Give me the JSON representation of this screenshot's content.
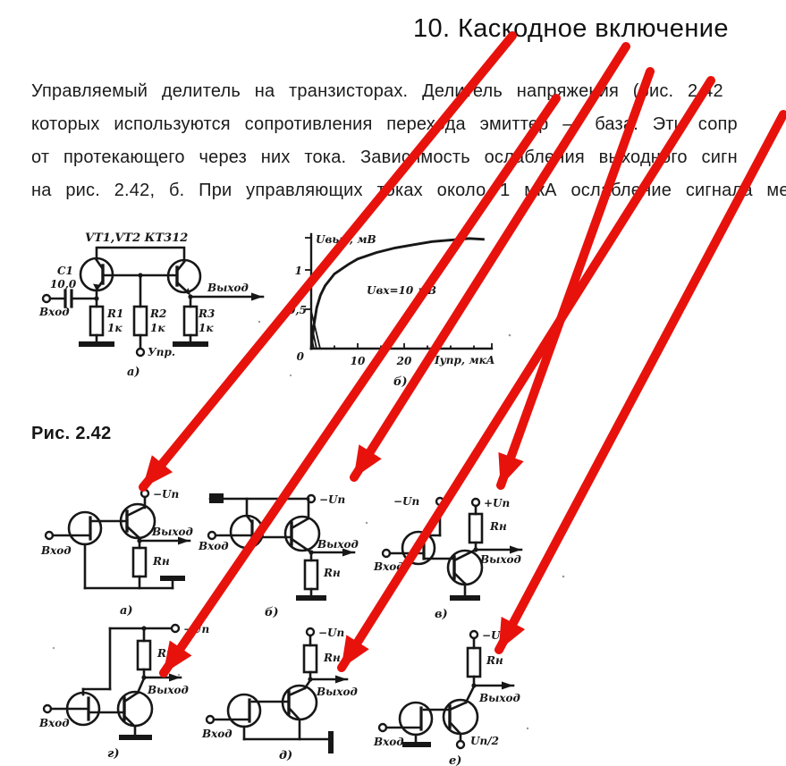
{
  "title": "10. Каскодное включение",
  "paragraph": {
    "lines": [
      "Управляемый делитель на транзисторах. Делитель напряжения (рис. 2.42",
      "которых используются сопротивления перехода эмиттер — база. Эти сопр",
      "от протекающего через них тока. Зависимость ослабления выходного сигн",
      "на рис. 2.42, б. При управляющих токах около 1 мкА ослабление сигнала ме"
    ]
  },
  "figure_caption": "Рис. 2.42",
  "fig1": {
    "transistor_label": "VT1,VT2  КТ312",
    "cap_name": "С1",
    "cap_value": "10,0",
    "input_label": "Вход",
    "output_label": "Выход",
    "r1_name": "R1",
    "r1_value": "1к",
    "r2_name": "R2",
    "r2_value": "1к",
    "r3_name": "R3",
    "r3_value": "1к",
    "control_label": "Упр.",
    "sub_label": "а)"
  },
  "chart_data": {
    "type": "line",
    "title": "",
    "ylabel": "Uвых, мВ",
    "xlabel": "Iупр, мкА",
    "sub_label": "б)",
    "annotation": "Uвх=10 мВ",
    "origin_label": "0",
    "x_tick_labels": [
      "10",
      "20"
    ],
    "x_tick_values": [
      10,
      20
    ],
    "y_tick_labels": [
      "1",
      "0,5"
    ],
    "y_tick_values": [
      1,
      0.5
    ],
    "xlim": [
      0,
      38
    ],
    "ylim": [
      0,
      1.45
    ],
    "grid": false,
    "x": [
      0,
      0.6,
      1.2,
      2,
      3,
      5,
      8,
      10,
      14,
      18,
      22,
      26,
      30,
      34,
      37
    ],
    "y": [
      0,
      0.3,
      0.52,
      0.68,
      0.8,
      0.95,
      1.07,
      1.14,
      1.22,
      1.28,
      1.32,
      1.36,
      1.38,
      1.4,
      1.39
    ]
  },
  "fig2": {
    "circuits": [
      {
        "label": "а)",
        "supply": "−Uп",
        "input": "Вход",
        "output": "Выход",
        "load": "Rн"
      },
      {
        "label": "б)",
        "supply": "−Uп",
        "input": "Вход",
        "output": "Выход",
        "load": "Rн"
      },
      {
        "label": "в)",
        "supply_neg": "−Uп",
        "supply_pos": "+Uп",
        "input": "Вход",
        "output": "Выход",
        "load": "Rн"
      },
      {
        "label": "г)",
        "supply": "−Uп",
        "input": "Вход",
        "output": "Выход",
        "load": "Rн"
      },
      {
        "label": "д)",
        "supply": "−Uп",
        "input": "Вход",
        "output": "Выход",
        "load": "Rн"
      },
      {
        "label": "е)",
        "supply": "−Uп",
        "input": "Вход",
        "output": "Выход",
        "load": "Rн",
        "bias": "Uп/2"
      }
    ]
  },
  "annotations": {
    "arrow_color": "#e8120c",
    "arrow_count": 6
  }
}
